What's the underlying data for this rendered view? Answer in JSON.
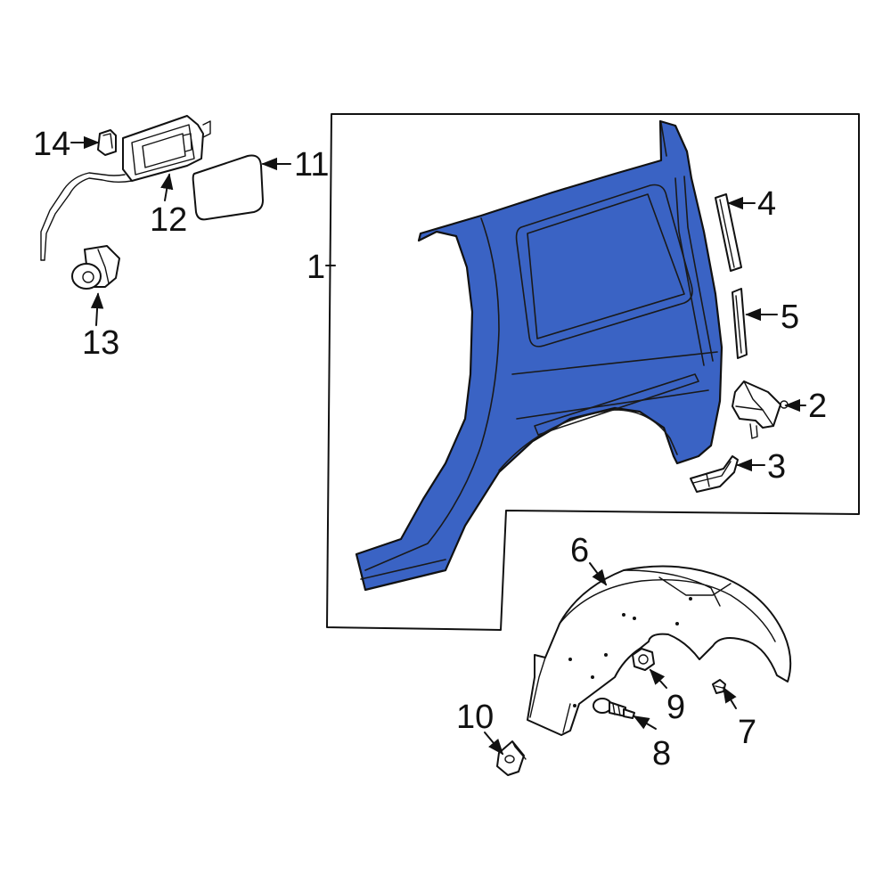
{
  "diagram": {
    "highlight_color": "#3a63c4",
    "line_color": "#111111",
    "background": "#ffffff"
  },
  "callouts": {
    "c1": "1",
    "c2": "2",
    "c3": "3",
    "c4": "4",
    "c5": "5",
    "c6": "6",
    "c7": "7",
    "c8": "8",
    "c9": "9",
    "c10": "10",
    "c11": "11",
    "c12": "12",
    "c13": "13",
    "c14": "14"
  }
}
